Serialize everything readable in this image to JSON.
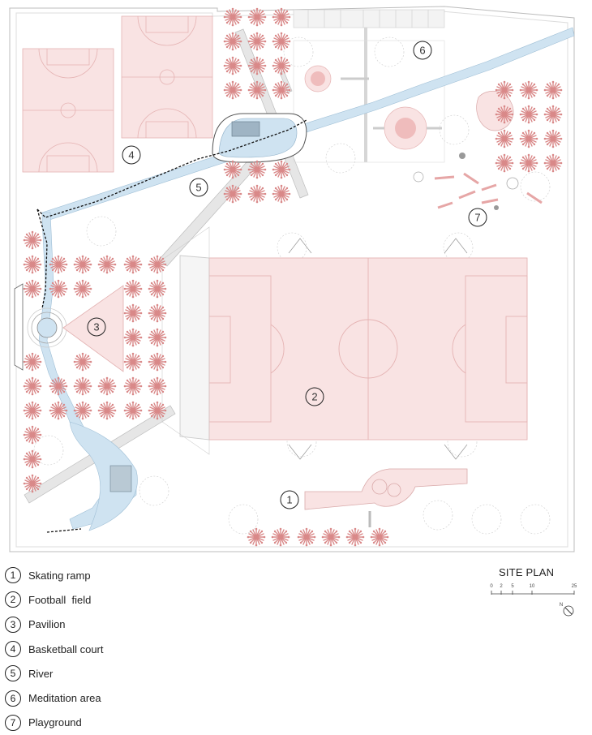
{
  "title": "SITE PLAN",
  "legend": [
    {
      "number": "1",
      "label": "Skating ramp"
    },
    {
      "number": "2",
      "label": "Football  field"
    },
    {
      "number": "3",
      "label": "Pavilion"
    },
    {
      "number": "4",
      "label": "Basketball court"
    },
    {
      "number": "5",
      "label": "River"
    },
    {
      "number": "6",
      "label": "Meditation area"
    },
    {
      "number": "7",
      "label": "Playground"
    }
  ],
  "scale": {
    "ticks": [
      "0",
      "2",
      "5",
      "10",
      "25"
    ]
  },
  "north_label": "N",
  "colors": {
    "court": "#f9e3e3",
    "court_line": "#e9b9b9",
    "water": "#cfe3f1",
    "tree": "#d98989",
    "path": "#e2e2e2",
    "line": "#bcbcbc"
  }
}
